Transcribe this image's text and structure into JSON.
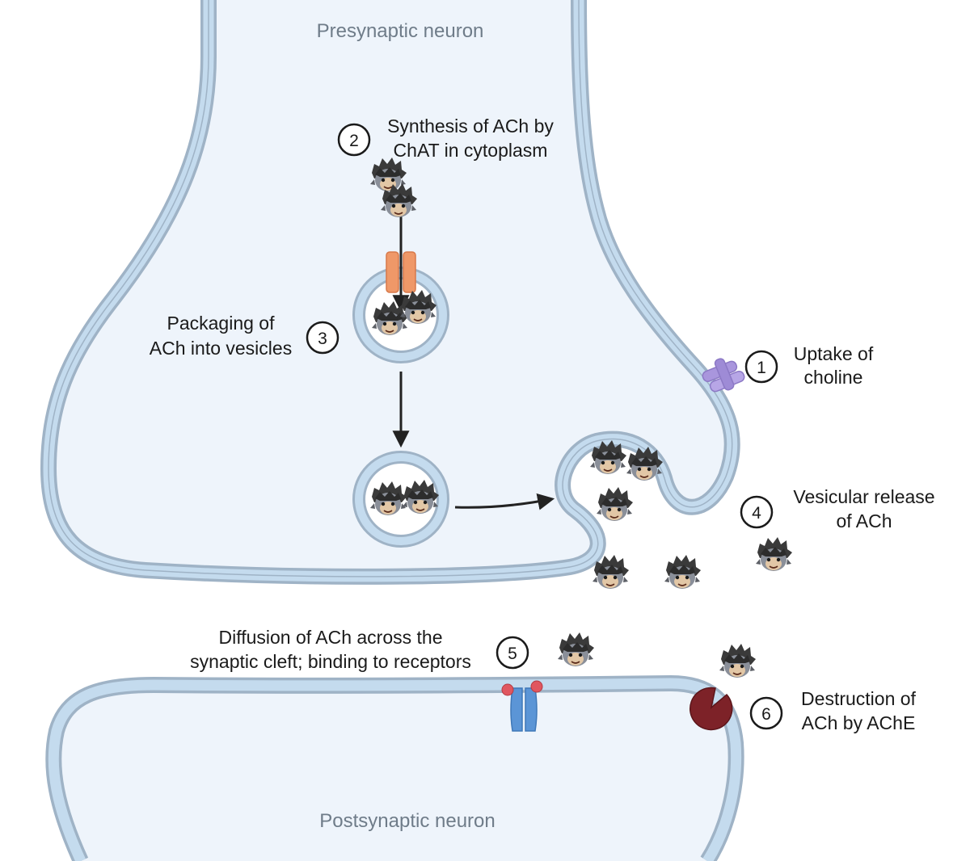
{
  "regions": {
    "presynaptic": "Presynaptic neuron",
    "postsynaptic": "Postsynaptic neuron"
  },
  "steps": [
    {
      "number": "1",
      "lines": [
        "Uptake of",
        "choline"
      ]
    },
    {
      "number": "2",
      "lines": [
        "Synthesis of ACh by",
        "ChAT in cytoplasm"
      ]
    },
    {
      "number": "3",
      "lines": [
        "Packaging of",
        "ACh into vesicles"
      ]
    },
    {
      "number": "4",
      "lines": [
        "Vesicular release",
        "of ACh"
      ]
    },
    {
      "number": "5",
      "lines": [
        "Diffusion of ACh across the",
        "synaptic cleft; binding to receptors"
      ]
    },
    {
      "number": "6",
      "lines": [
        "Destruction of",
        "ACh by AChE"
      ]
    }
  ],
  "colors": {
    "cytoplasm": "#eef4fb",
    "membrane": "#c4dbee",
    "membrane_edge": "#9fb3c6",
    "transporter": "#ef9868",
    "choline_transporter": "#a996dd",
    "receptor": "#5b95d6",
    "receptor_ligand_site": "#e0565f",
    "enzyme": "#7d2228",
    "arrow": "#222222"
  },
  "icons": {
    "ach_molecule": "cartoon-face-icon",
    "choline_transporter": "transporter-icon",
    "vesicular_transporter": "vacht-icon",
    "receptor": "nicotinic-receptor-icon",
    "enzyme": "ache-enzyme-icon"
  }
}
